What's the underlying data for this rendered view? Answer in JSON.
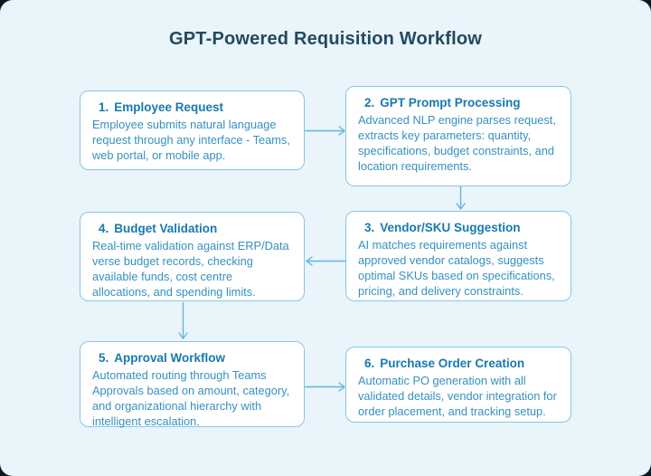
{
  "page": {
    "title": "GPT-Powered Requisition Workflow"
  },
  "colors": {
    "outer_background": "#0a1725",
    "canvas_background": "#e9f4fb",
    "box_background": "#ffffff",
    "box_border": "#87c7e9",
    "step_title_text": "#1879ad",
    "step_body_text": "#3690c0",
    "page_title_text": "#234a5f",
    "arrow": "#63b5df"
  },
  "steps": [
    {
      "number": "1.",
      "title": "Employee Request",
      "description": "Employee submits natural language request through any interface - Teams, web portal, or mobile app."
    },
    {
      "number": "2.",
      "title": "GPT Prompt Processing",
      "description": "Advanced NLP engine parses request, extracts key parameters: quantity, specifications, budget constraints, and location requirements."
    },
    {
      "number": "3.",
      "title": "Vendor/SKU Suggestion",
      "description": "AI matches requirements against approved vendor catalogs, suggests optimal SKUs based on specifications, pricing, and delivery constraints."
    },
    {
      "number": "4.",
      "title": "Budget Validation",
      "description": "Real-time validation against ERP/Data verse budget records, checking available funds, cost centre allocations, and spending limits."
    },
    {
      "number": "5.",
      "title": "Approval Workflow",
      "description": "Automated routing through Teams Approvals based on amount, category, and organizational hierarchy with intelligent escalation."
    },
    {
      "number": "6.",
      "title": "Purchase Order Creation",
      "description": "Automatic PO generation with all validated details, vendor integration for order placement, and tracking setup."
    }
  ],
  "connectors": [
    {
      "from": "step-1",
      "to": "step-2",
      "direction": "right"
    },
    {
      "from": "step-2",
      "to": "step-3",
      "direction": "down"
    },
    {
      "from": "step-3",
      "to": "step-4",
      "direction": "left"
    },
    {
      "from": "step-4",
      "to": "step-5",
      "direction": "down"
    },
    {
      "from": "step-5",
      "to": "step-6",
      "direction": "right"
    }
  ]
}
